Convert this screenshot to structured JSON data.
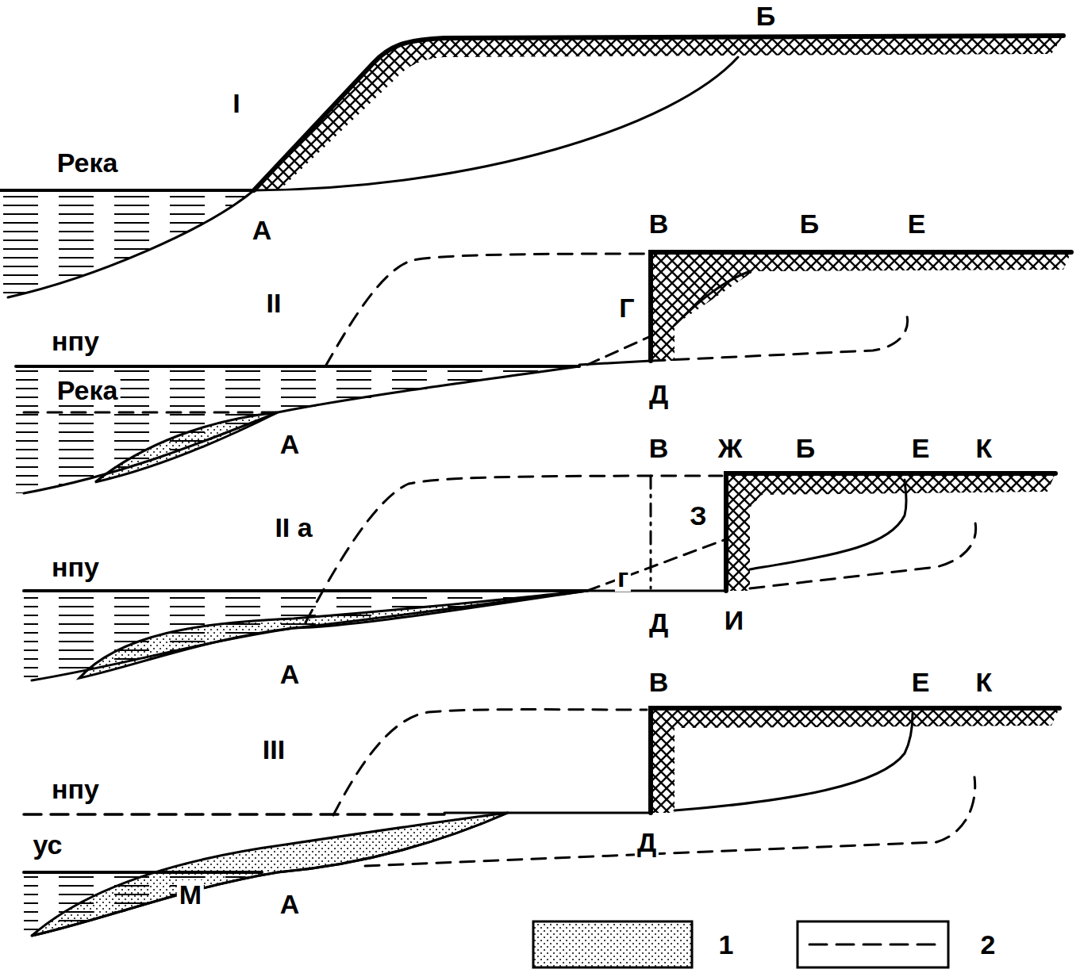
{
  "diagram": {
    "labels": [
      "Б",
      "I",
      "Река",
      "А",
      "В",
      "Б",
      "Е",
      "II",
      "Г",
      "нпу",
      "Река",
      "Д",
      "А",
      "В",
      "Ж",
      "Б",
      "Е",
      "К",
      "II а",
      "З",
      "г",
      "нпу",
      "Д",
      "И",
      "А",
      "В",
      "Е",
      "К",
      "III",
      "нпу",
      "ус",
      "Д",
      "М",
      "А"
    ],
    "legend": [
      {
        "text": "1"
      },
      {
        "text": "2"
      }
    ]
  }
}
